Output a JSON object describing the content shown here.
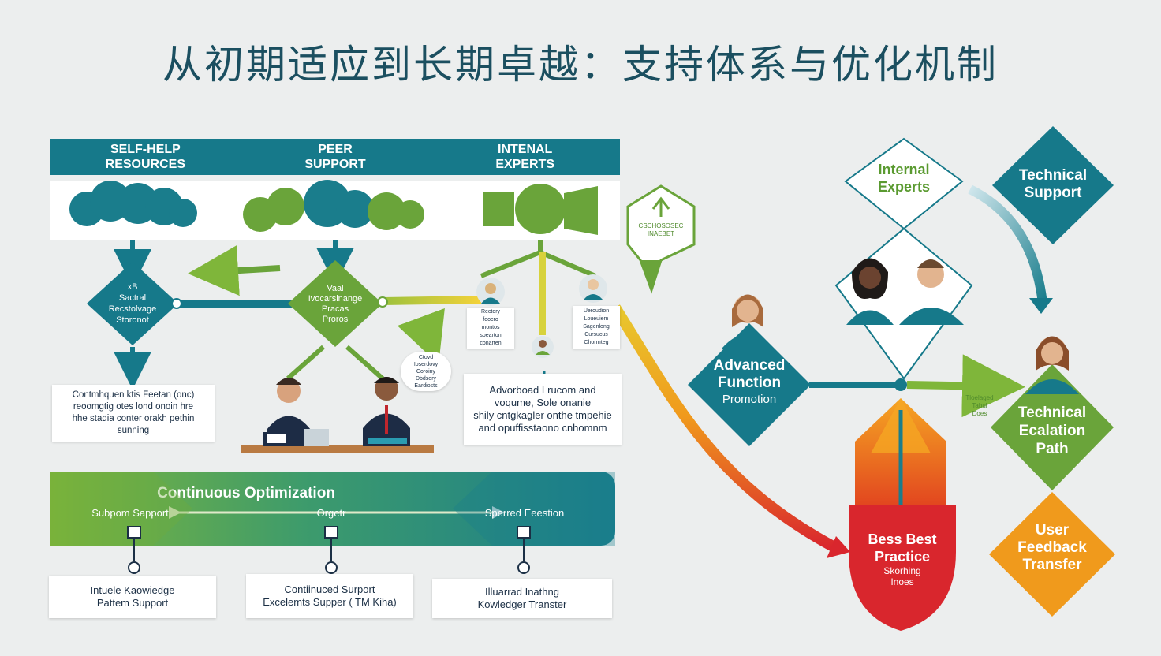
{
  "title": "从初期适应到长期卓越：支持体系与优化机制",
  "columns": [
    "SELF-HELP\nRESOURCES",
    "PEER\nSUPPORT",
    "INTENAL\nEXPERTS"
  ],
  "diamonds": {
    "self_help": "xB\nSactral\nRecstolvage\nStoronot",
    "peer": "Vaal\nIvocarsinange\nPracas\nProros",
    "internal_experts": "Internal\nExperts",
    "technical_support": "Technical\nSupport",
    "advanced_function": "Advanced\nFunction",
    "advanced_function_sub": "Promotion",
    "technical_escalation": "Technical\nEcalation\nPath",
    "user_feedback": "User\nFeedback\nTransfer",
    "best_practice": "Bess Best\nPractice",
    "best_practice_sub": "Skorhing\nInoes"
  },
  "boxes": {
    "continuous_left": "Contmhquen ktis Feetan (onc)\nreoomgtig otes lond onoin hre\nhhe stadia conter orakh pethin\nsunning",
    "advanced_right": "Advorboad Lrucom and\nvoqume, Sole onanie\nshily cntgkagler onthe tmpehie\nand opuffisstaono cnhomnm",
    "small_left": "Rectory\nfoocro\nmontos\nsoearton\nconarten",
    "small_mid": "Ctovd\nIoserdovy\nCoroiny\nDbdsory\nEardiosts",
    "small_right": "Ueroudion\nLoueuiem\nSagenlong\nCursucus\nChorrnteg",
    "shield": "CSCHOSOSEC\nINAEBET",
    "side_note": "Tloelaged\nTabul\nDoes"
  },
  "optimization": {
    "title": "Continuous Optimization",
    "labels": [
      "Subpom Sapport",
      "Orgetr",
      "Sperred Eeestion"
    ]
  },
  "bottom_boxes": [
    "Intuele Kaowiedge\nPattem Support",
    "Contiinuced Surport\nExcelemts Supper ( TM Kiha)",
    "Illuarrad Inathng\nKowledger Transter"
  ],
  "colors": {
    "teal": "#16798a",
    "green": "#6aa43a",
    "orange": "#f09a1c",
    "red": "#d9262d",
    "title": "#1b4f60"
  }
}
